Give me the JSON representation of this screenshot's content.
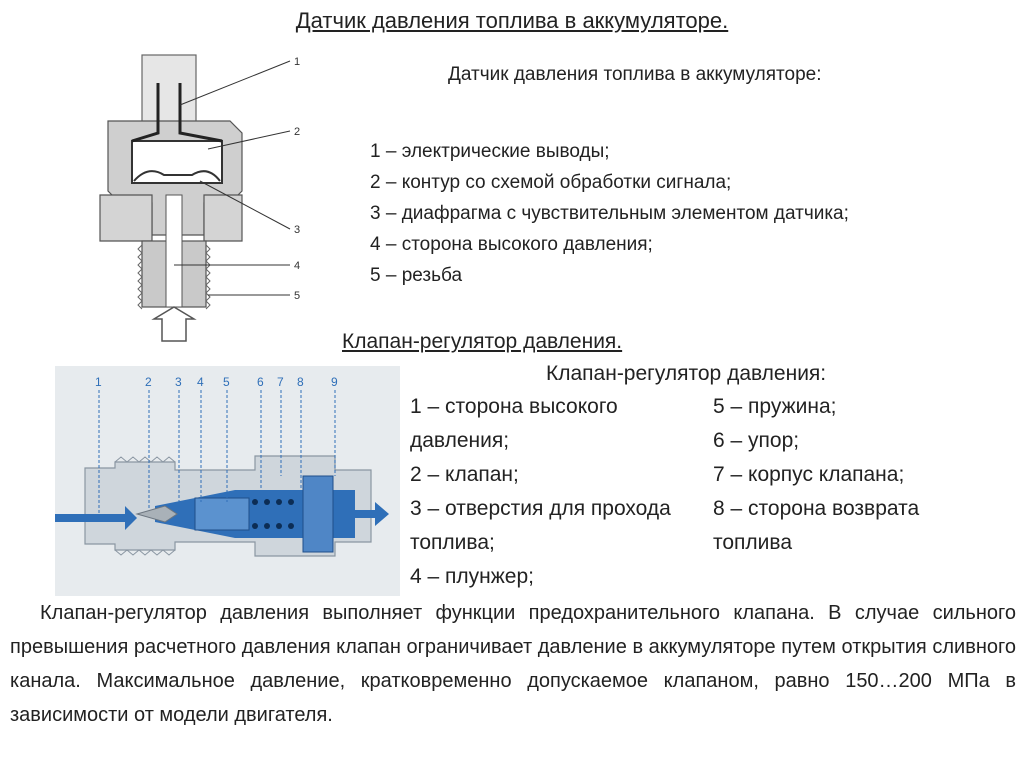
{
  "sensor": {
    "title": "Датчик давления топлива в аккумуляторе.",
    "caption": "Датчик давления топлива в аккумуляторе:",
    "items": [
      "1 – электрические выводы;",
      "2 – контур со схемой обработки сигнала;",
      "3 – диафрагма с чувствительным элементом датчика;",
      "4 – сторона высокого давления;",
      "5 – резьба"
    ],
    "callouts": [
      "1",
      "2",
      "3",
      "4",
      "5"
    ]
  },
  "valve": {
    "title": "Клапан-регулятор давления.",
    "caption": "Клапан-регулятор давления:",
    "left_items": [
      "1 – сторона высокого давления;",
      "2 – клапан;",
      "3 – отверстия для прохода топлива;",
      "4 – плунжер;"
    ],
    "right_items": [
      "5 – пружина;",
      "6 – упор;",
      "7 – корпус клапана;",
      "8 – сторона возврата топлива"
    ],
    "callouts": [
      "1",
      "2",
      "3",
      "4",
      "5",
      "6",
      "7",
      "8",
      "9"
    ],
    "colors": {
      "fluid": "#2f6fb8",
      "body": "#cfd6dc",
      "background": "#e7ebee"
    }
  },
  "paragraph": "Клапан-регулятор давления выполняет функции предохранительного клапана. В случае сильного превышения расчетного давления клапан ограничивает давление в аккумуляторе путем открытия сливного канала. Максимальное давление, кратковременно допускаемое клапаном, равно 150…200 МПа в зависимости от модели двигателя."
}
